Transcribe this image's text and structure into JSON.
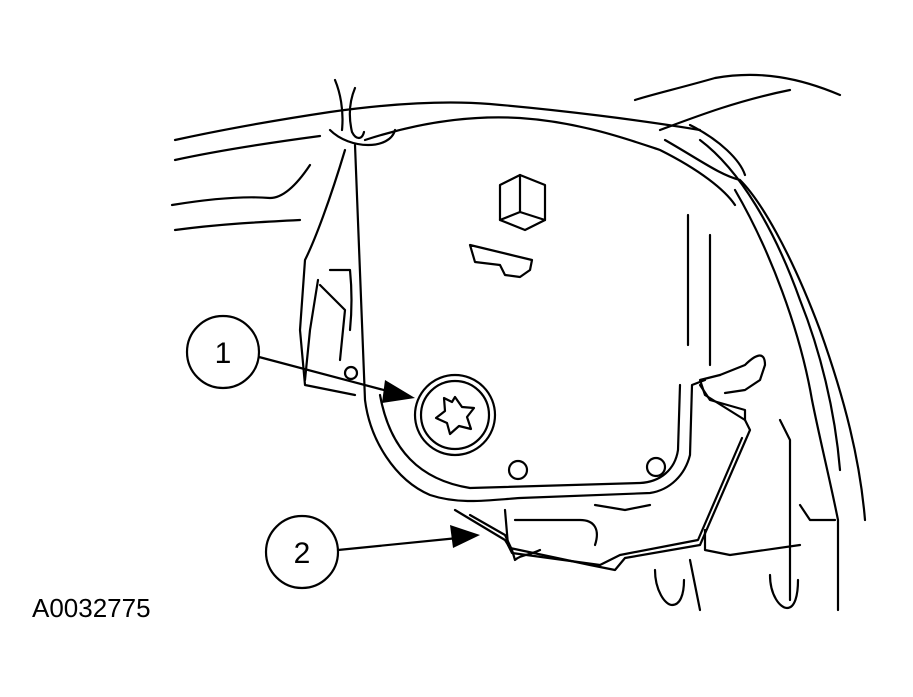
{
  "callouts": [
    {
      "label": "1"
    },
    {
      "label": "2"
    }
  ],
  "figure_code": "A0032775"
}
